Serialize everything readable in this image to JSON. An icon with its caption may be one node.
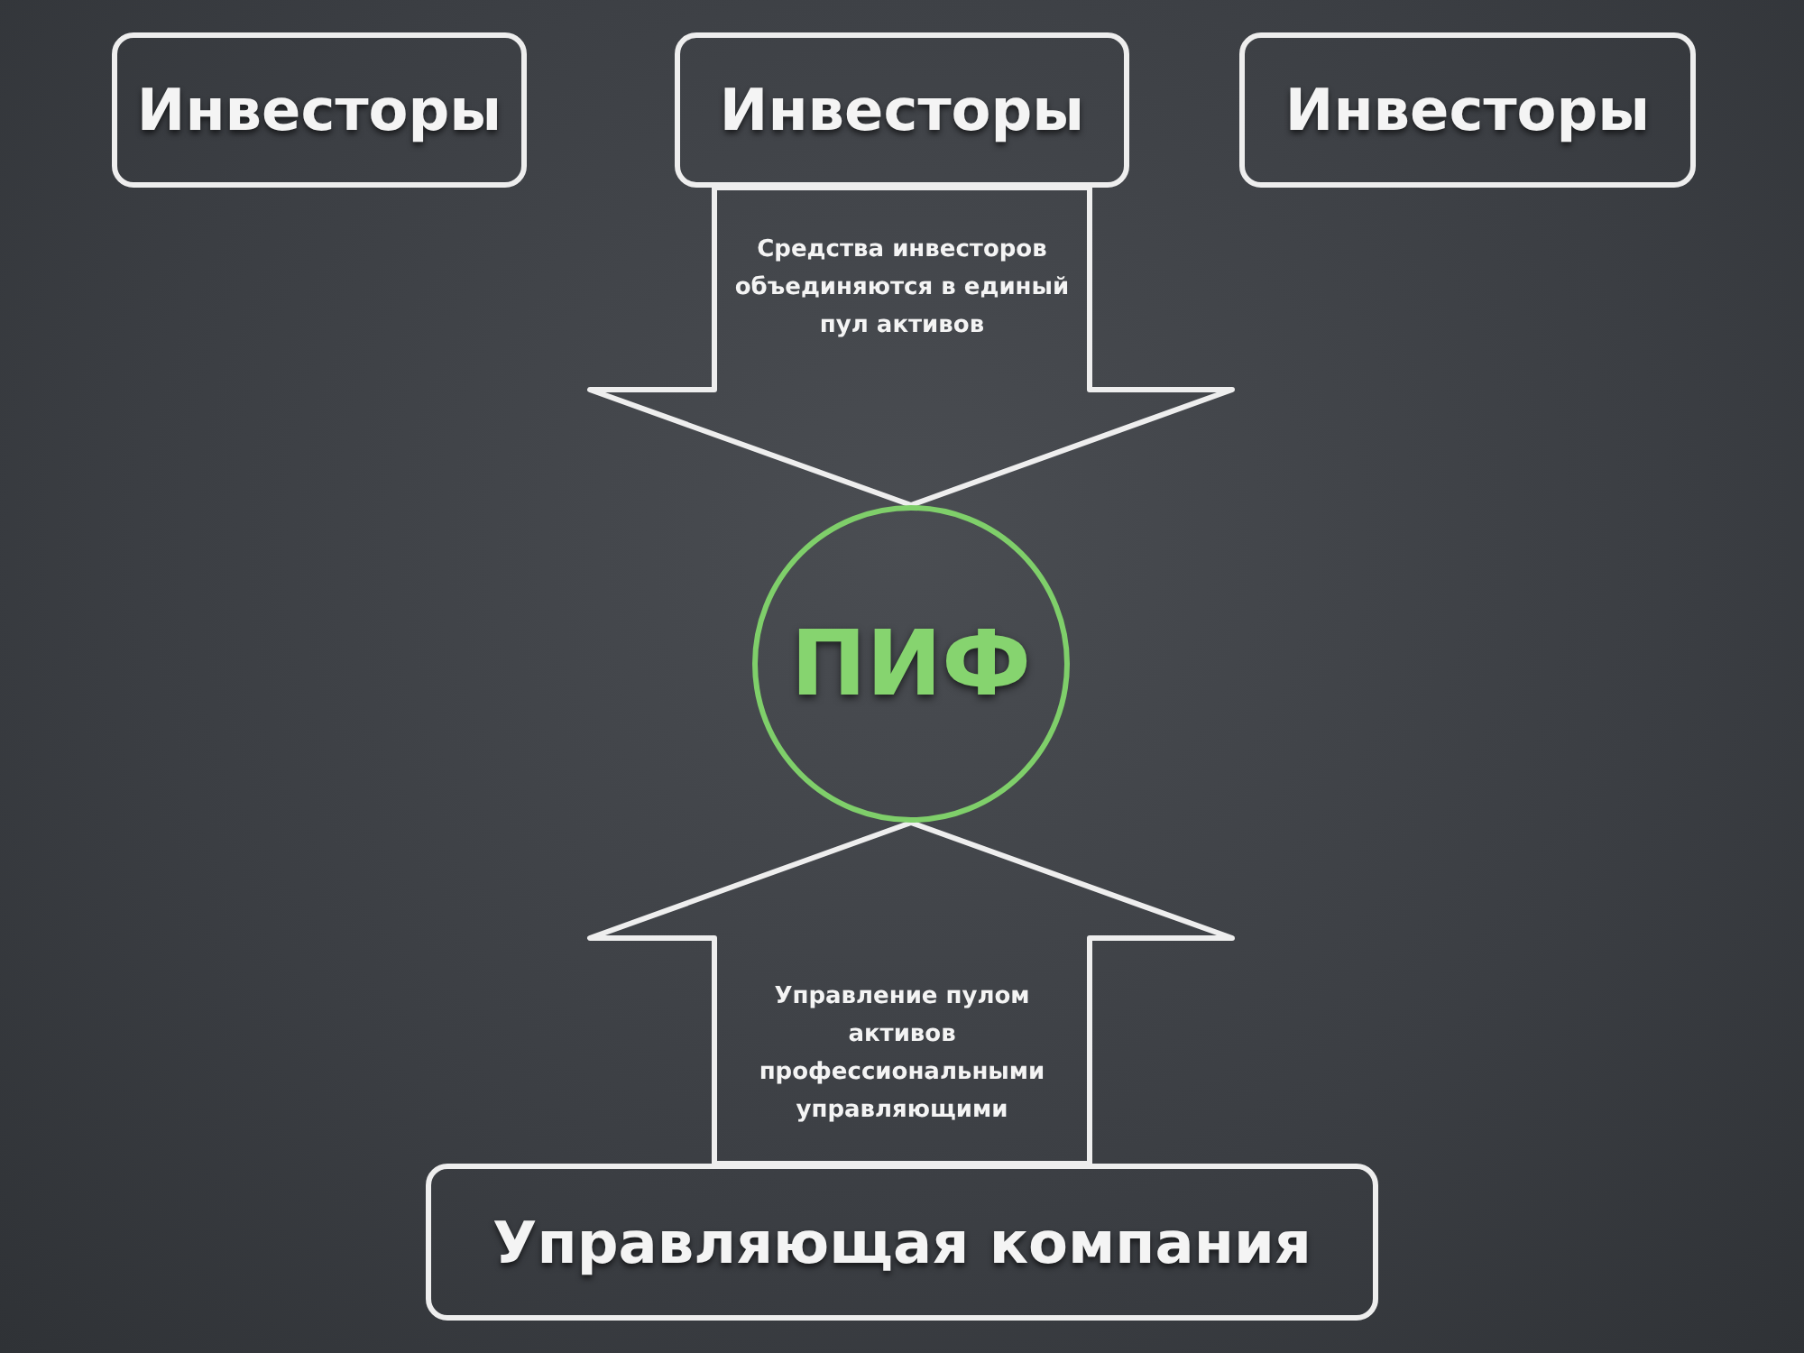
{
  "diagram": {
    "nodes": [
      {
        "text": [
          "Инвесторы"
        ]
      },
      {
        "text": [
          "Инвесторы"
        ]
      },
      {
        "text": [
          "Инвесторы"
        ]
      },
      {
        "text": [
          "ПИФ"
        ]
      },
      {
        "text": [
          "Управляющая компания"
        ]
      }
    ],
    "edges": [
      {
        "from": 1,
        "to": 3,
        "arrow": "to",
        "label": "Средства инвесторов объединяются в единый пул активов"
      },
      {
        "from": 4,
        "to": 3,
        "arrow": "to",
        "label": "Управление пулом активов профессиональными управляющими"
      }
    ]
  }
}
